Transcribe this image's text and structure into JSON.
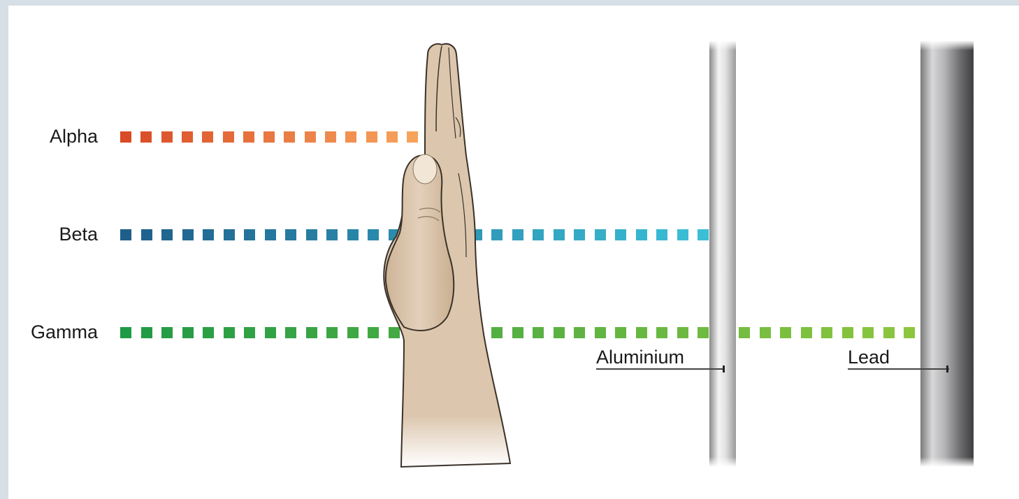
{
  "rays": [
    {
      "label": "Alpha",
      "color_start": "#d94b26",
      "color_end": "#f7a35c"
    },
    {
      "label": "Beta",
      "color_start": "#1e5f8a",
      "color_end": "#3bbfd6"
    },
    {
      "label": "Gamma",
      "color_start": "#1f9a45",
      "color_end": "#8cc63f"
    }
  ],
  "materials": {
    "aluminium": {
      "label": "Aluminium"
    },
    "lead": {
      "label": "Lead"
    }
  },
  "blockers": {
    "Alpha": "hand-icon",
    "Beta": "aluminium-sheet",
    "Gamma": "lead-sheet"
  },
  "colors": {
    "background": "#d6dee6",
    "panel": "#ffffff",
    "skin": "#dcc7ae",
    "skin_outline": "#3a3128",
    "aluminium": "#c8c8c8",
    "lead": "#6e6e70"
  }
}
